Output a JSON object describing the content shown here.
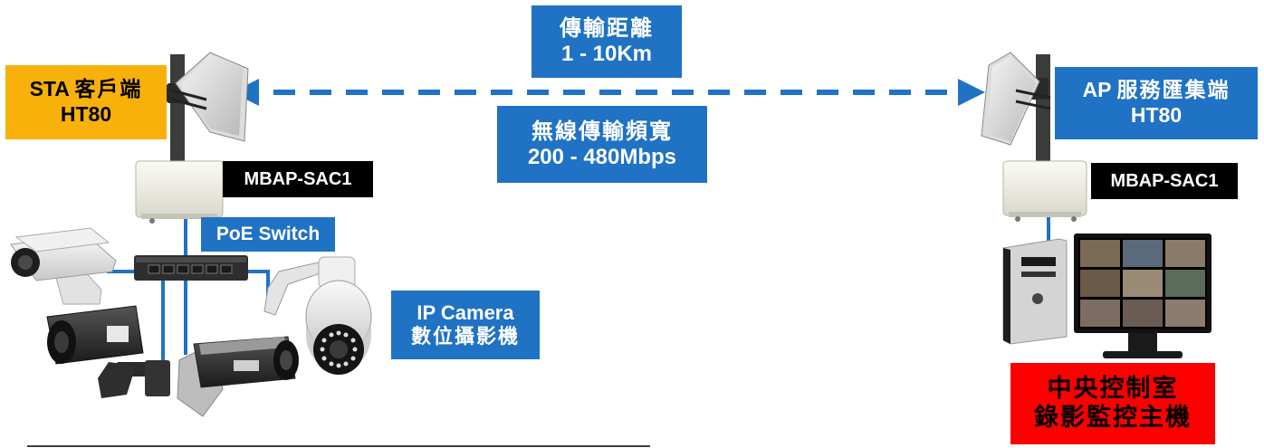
{
  "distance": {
    "title": "傳輸距離",
    "value": "1 - 10Km"
  },
  "bandwidth": {
    "title": "無線傳輸頻寬",
    "value": "200 - 480Mbps"
  },
  "sta": {
    "title_latin": "STA",
    "title_cjk": "客戶端",
    "mode": "HT80"
  },
  "ap": {
    "title_latin": "AP",
    "title_cjk": "服務匯集端",
    "mode": "HT80"
  },
  "model_left": "MBAP-SAC1",
  "model_right": "MBAP-SAC1",
  "switch_label": "PoE Switch",
  "camera": {
    "en": "IP Camera",
    "zh": "數位攝影機"
  },
  "control_room": {
    "line1": "中央控制室",
    "line2": "錄影監控主機"
  },
  "colors": {
    "label_blue": "#1f72c4",
    "sta_orange": "#f7b10a",
    "control_red": "#ff0000",
    "link_blue": "#1f72c4"
  }
}
